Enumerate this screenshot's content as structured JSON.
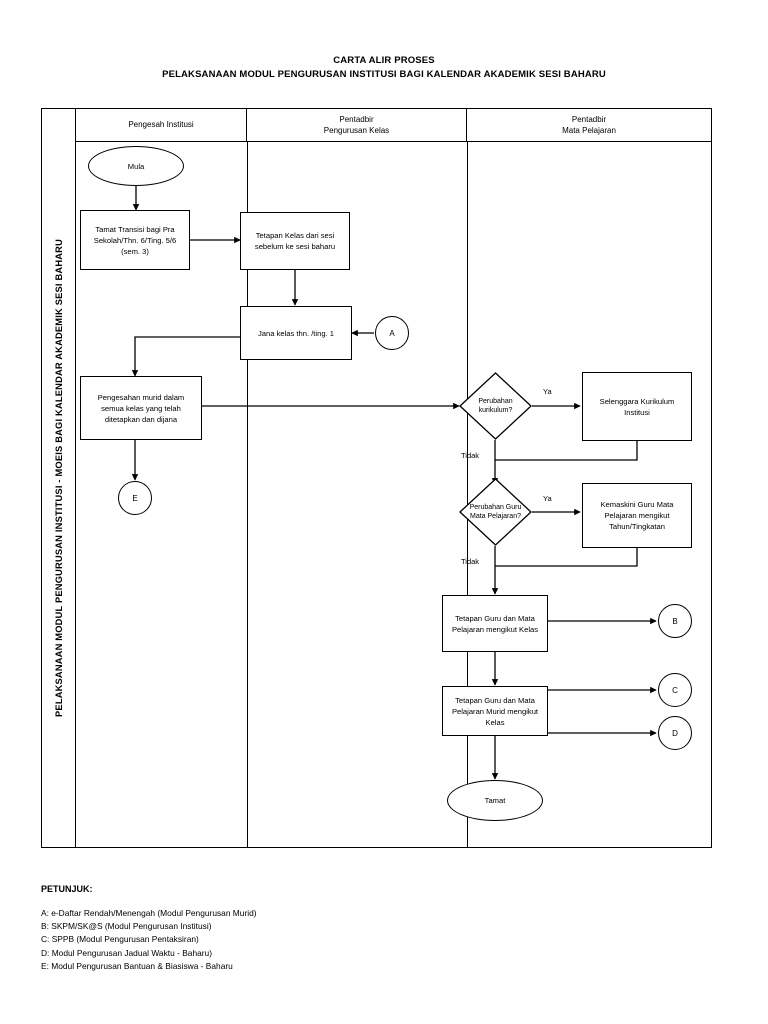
{
  "title": {
    "line1": "CARTA ALIR PROSES",
    "line2": "PELAKSANAAN MODUL PENGURUSAN INSTITUSI BAGI KALENDAR AKADEMIK SESI BAHARU"
  },
  "side_label": "PELAKSANAAN MODUL PENGURUSAN INSTITUSI - MOEIS BAGI KALENDAR AKADEMIK SESI BAHARU",
  "lanes": [
    {
      "id": "lane-pengesah-institusi",
      "label": "Pengesah Institusi"
    },
    {
      "id": "lane-pentadbir-pengurusan-kelas",
      "label": "Pentadbir\nPengurusan Kelas"
    },
    {
      "id": "lane-pentadbir-mata-pelajaran",
      "label": "Pentadbir\nMata Pelajaran"
    }
  ],
  "lane_labels": {
    "lane1": "Pengesah Institusi",
    "lane2_line1": "Pentadbir",
    "lane2_line2": "Pengurusan Kelas",
    "lane3_line1": "Pentadbir",
    "lane3_line2": "Mata Pelajaran"
  },
  "nodes": {
    "start": {
      "type": "terminator",
      "label": "Mula"
    },
    "tamat_transisi": {
      "type": "process",
      "label": "Tamat Transisi bagi Pra Sekolah/Thn. 6/Ting. 5/6 (sem. 3)"
    },
    "tetapan_kelas": {
      "type": "process",
      "label": "Tetapan Kelas dari sesi sebelum ke sesi baharu"
    },
    "jana_kelas": {
      "type": "process",
      "label": "Jana kelas thn. /ting. 1"
    },
    "connector_a": {
      "type": "connector",
      "label": "A"
    },
    "pengesahan_murid": {
      "type": "process",
      "label": "Pengesahan murid dalam semua kelas yang telah ditetapkan dan dijana"
    },
    "connector_e": {
      "type": "connector",
      "label": "E"
    },
    "perubahan_kurikulum": {
      "type": "decision",
      "label": "Perubahan kurikulum?"
    },
    "selenggara_kurikulum": {
      "type": "process",
      "label": "Selenggara Kurikulum Institusi"
    },
    "perubahan_guru": {
      "type": "decision",
      "label": "Perubahan Guru Mata Pelajaran?"
    },
    "kemaskini_guru": {
      "type": "process",
      "label": "Kemaskini Guru Mata Pelajaran mengikut Tahun/Tingkatan"
    },
    "tetapan_guru_kelas": {
      "type": "process",
      "label": "Tetapan Guru dan Mata Pelajaran mengikut Kelas"
    },
    "tetapan_guru_murid": {
      "type": "process",
      "label": "Tetapan Guru dan Mata Pelajaran Murid mengikut Kelas"
    },
    "connector_b": {
      "type": "connector",
      "label": "B"
    },
    "connector_c": {
      "type": "connector",
      "label": "C"
    },
    "connector_d": {
      "type": "connector",
      "label": "D"
    },
    "end": {
      "type": "terminator",
      "label": "Tamat"
    }
  },
  "edge_labels": {
    "kurikulum_ya": "Ya",
    "kurikulum_tidak": "Tidak",
    "guru_ya": "Ya",
    "guru_tidak": "Tidak"
  },
  "legend": {
    "title": "PETUNJUK:",
    "items": [
      "A: e-Daftar Rendah/Menengah (Modul Pengurusan Murid)",
      "B: SKPM/SK@S (Modul Pengurusan Institusi)",
      "C: SPPB (Modul Pengurusan Pentaksiran)",
      "D: Modul Pengurusan Jadual Waktu - Baharu)",
      "E: Modul Pengurusan Bantuan & Biasiswa - Baharu"
    ]
  },
  "colors": {
    "stroke": "#000000",
    "background": "#ffffff"
  }
}
